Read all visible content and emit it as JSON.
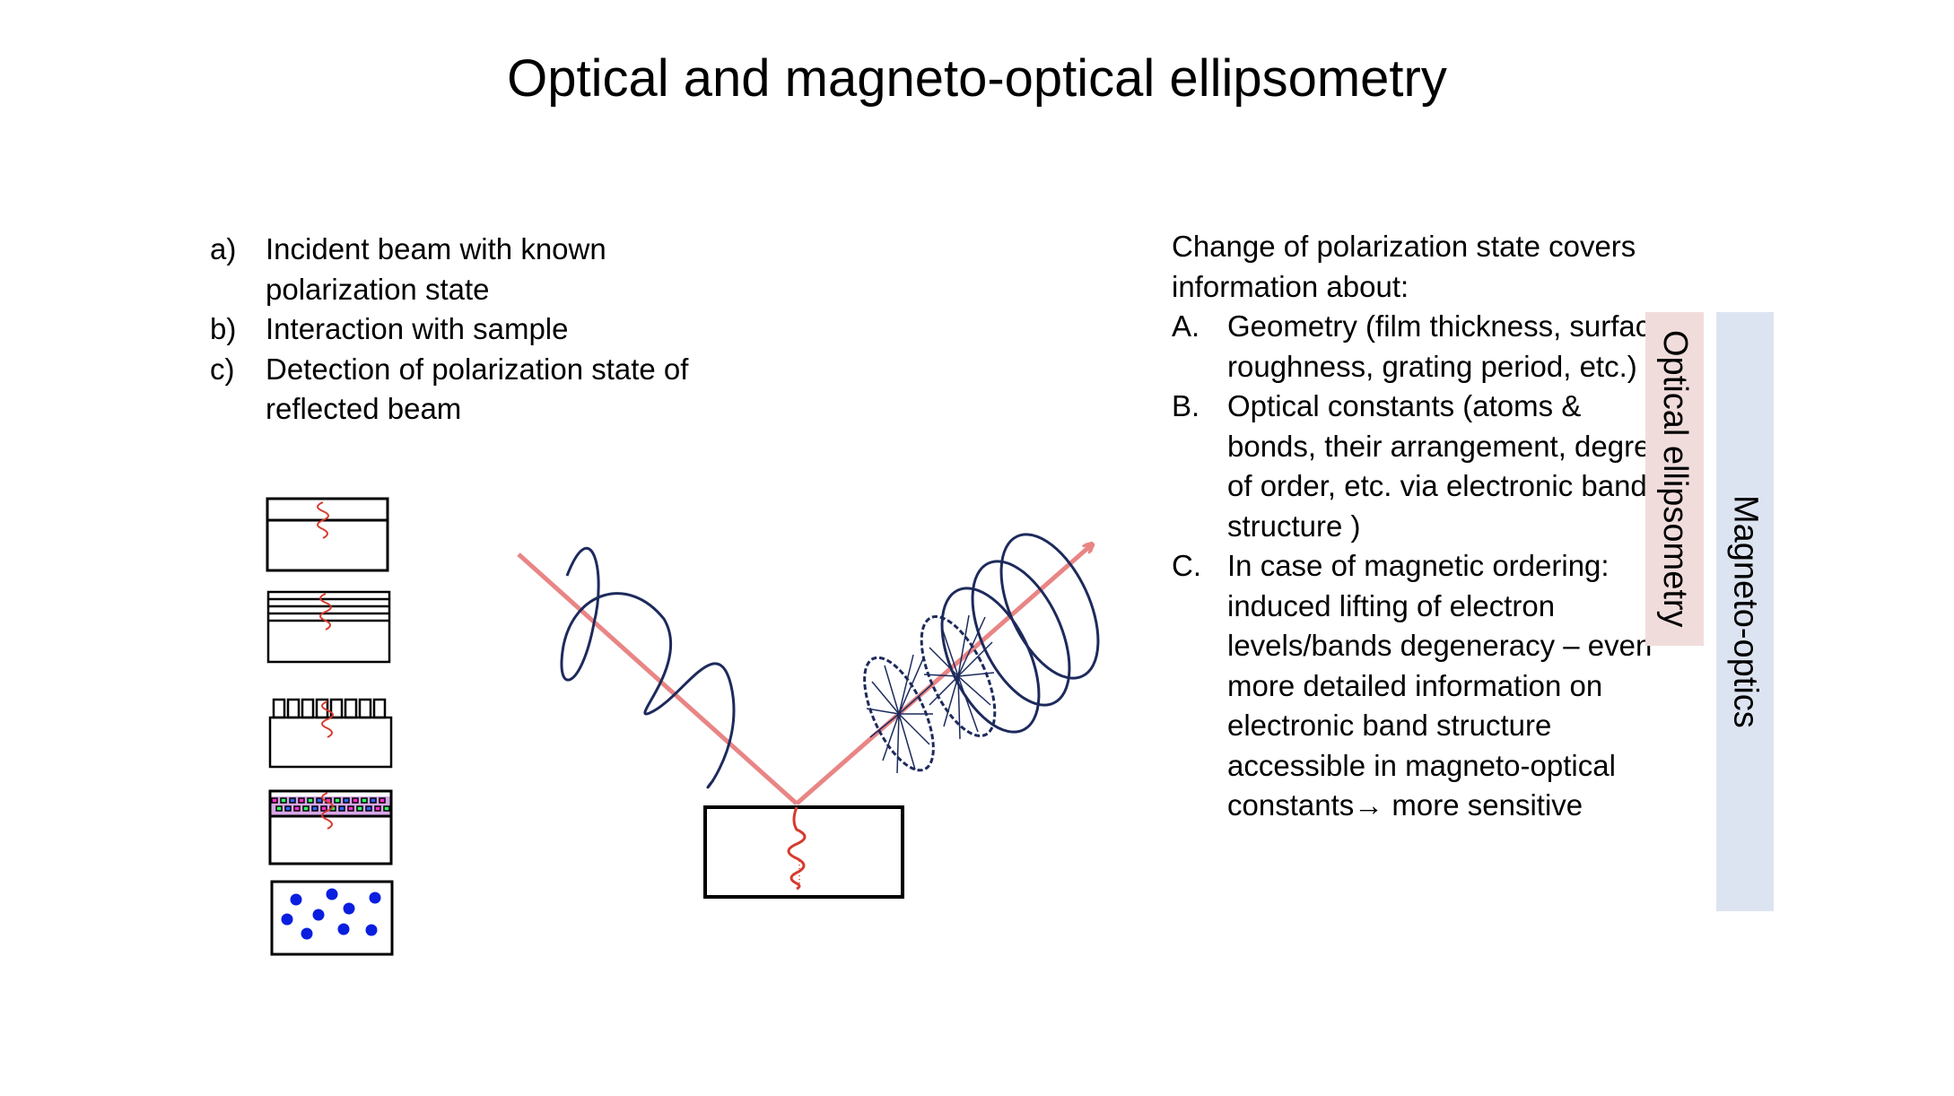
{
  "title": "Optical and magneto-optical ellipsometry",
  "left_list": [
    {
      "marker": "a)",
      "text": "Incident beam with known polarization state"
    },
    {
      "marker": "b)",
      "text": "Interaction with sample"
    },
    {
      "marker": "c)",
      "text": "Detection of polarization state of reflected beam"
    }
  ],
  "right": {
    "intro": "Change of polarization state covers information about:",
    "items": [
      {
        "marker": "A.",
        "text": "Geometry (film thickness, surface roughness, grating period, etc.)"
      },
      {
        "marker": "B.",
        "text": "Optical constants (atoms & bonds, their arrangement, degree of order, etc. via electronic band structure )"
      },
      {
        "marker": "C.",
        "text": "In case of magnetic ordering: induced lifting of electron levels/bands degeneracy – even more detailed information on electronic band structure accessible in magneto-optical constants→ more sensitive"
      }
    ]
  },
  "bands": {
    "optical": "Optical ellipsometry",
    "magneto": "Magneto-optics"
  },
  "colors": {
    "beam": "#e98585",
    "wave": "#1d2a5c",
    "probe": "#d63a2e",
    "particles": "#0a1ee0",
    "band_optical": "#f1dcdc",
    "band_magneto": "#dde4f1"
  }
}
